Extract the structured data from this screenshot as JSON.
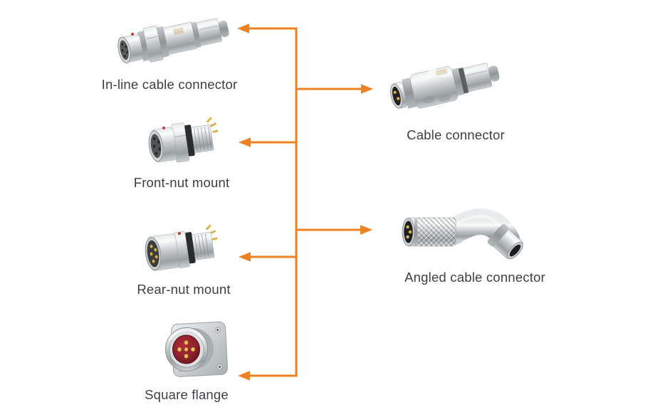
{
  "page": {
    "background_color": "#ffffff",
    "text_color": "#3d3f42",
    "accent_color": "#ee8122"
  },
  "diagram": {
    "type": "connector-family-diagram",
    "items": [
      {
        "label": "In-line cable connector",
        "side": "left",
        "icon": "in-line-cable-connector-photo"
      },
      {
        "label": "Front-nut mount",
        "side": "left",
        "icon": "front-nut-mount-photo"
      },
      {
        "label": "Rear-nut mount",
        "side": "left",
        "icon": "rear-nut-mount-photo"
      },
      {
        "label": "Square flange",
        "side": "left",
        "icon": "square-flange-photo"
      },
      {
        "label": "Cable connector",
        "side": "right",
        "icon": "cable-connector-photo"
      },
      {
        "label": "Angled cable connector",
        "side": "right",
        "icon": "angled-cable-connector-photo"
      }
    ]
  }
}
